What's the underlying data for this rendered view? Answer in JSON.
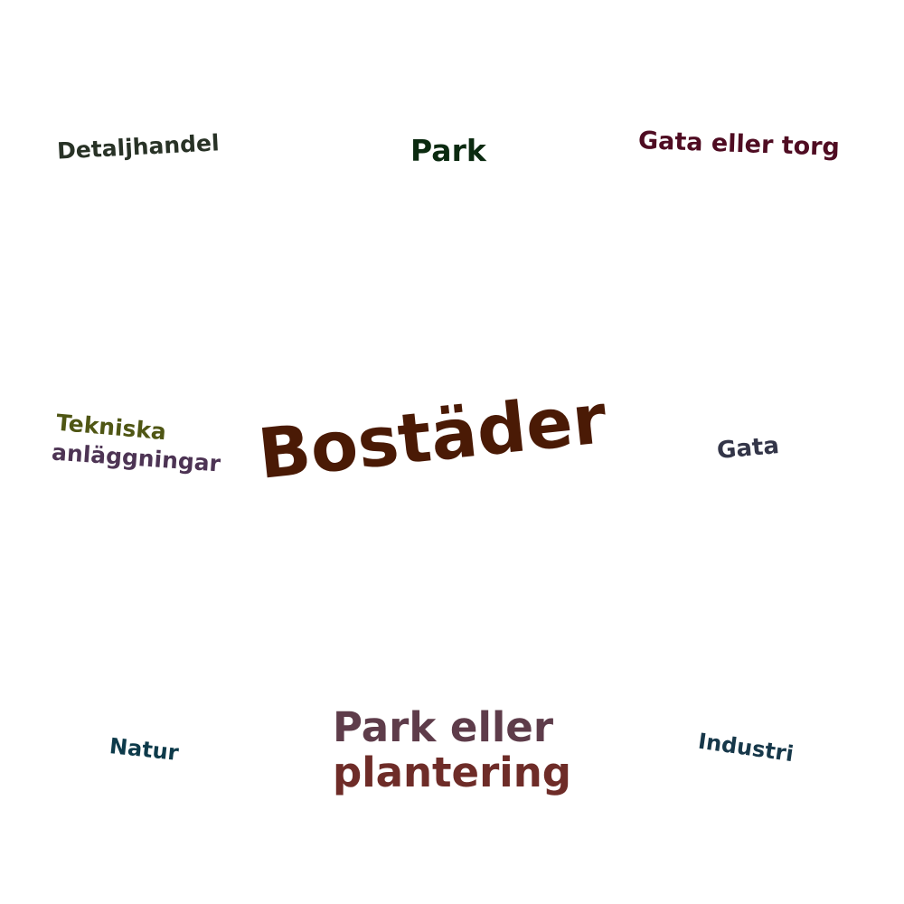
{
  "words": {
    "detaljhandel": {
      "text": "Detaljhandel",
      "color": "#283226"
    },
    "park": {
      "text": "Park",
      "color": "#0b2a10"
    },
    "gata_eller_torg": {
      "text": "Gata eller torg",
      "color": "#4f0c22"
    },
    "bostader": {
      "text": "Bostäder",
      "color": "#4a1a05"
    },
    "tekniska": {
      "text": "Tekniska",
      "color": "#4f5614"
    },
    "anlaggningar": {
      "text": "anläggningar",
      "color": "#4d3454"
    },
    "gata": {
      "text": "Gata",
      "color": "#333548"
    },
    "natur": {
      "text": "Natur",
      "color": "#0d3a4a"
    },
    "park_eller_plantering": {
      "line1": "Park eller",
      "line2": "plantering",
      "color1": "#5e3c4a",
      "color2": "#6e2c28"
    },
    "industri": {
      "text": "Industri",
      "color": "#17384a"
    }
  }
}
